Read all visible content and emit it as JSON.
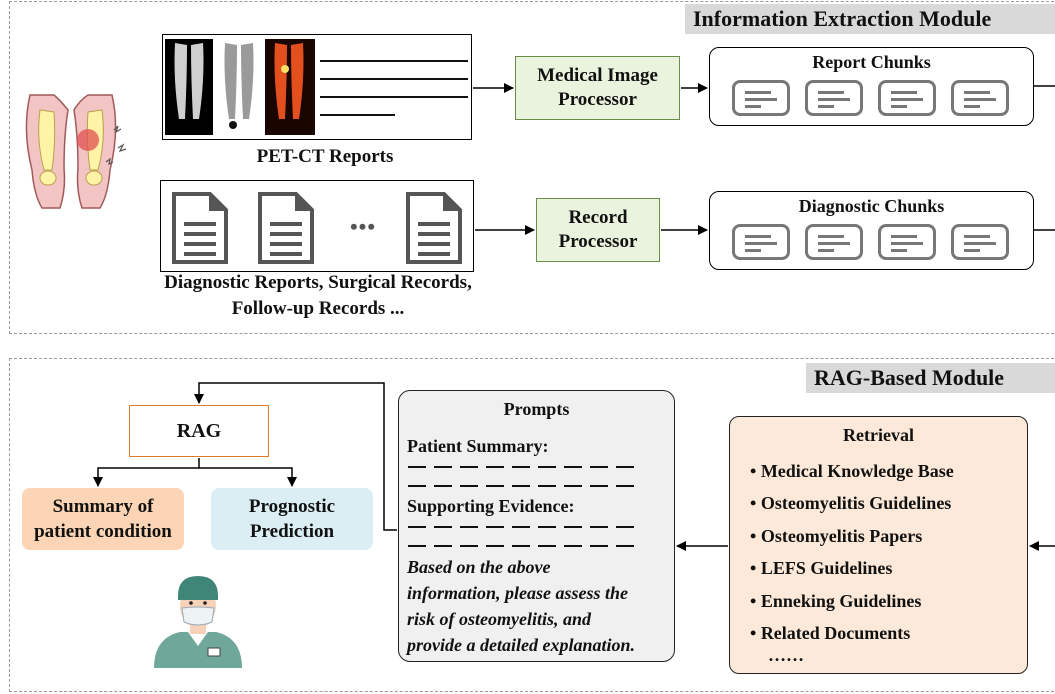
{
  "modules": {
    "extraction_title": "Information Extraction Module",
    "rag_title": "RAG-Based Module"
  },
  "inputs": {
    "pet_ct_label": "PET-CT Reports",
    "records_label_line1": "Diagnostic Reports, Surgical Records,",
    "records_label_line2": "Follow-up Records ...",
    "ellipsis": "•••"
  },
  "processors": {
    "image_line1": "Medical Image",
    "image_line2": "Processor",
    "record_line1": "Record",
    "record_line2": "Processor"
  },
  "chunks": {
    "report_title": "Report Chunks",
    "diagnostic_title": "Diagnostic Chunks"
  },
  "rag": {
    "label": "RAG",
    "summary_line1": "Summary of",
    "summary_line2": "patient condition",
    "prognostic_line1": "Prognostic",
    "prognostic_line2": "Prediction"
  },
  "prompts": {
    "title": "Prompts",
    "patient_summary": "Patient Summary:",
    "supporting_evidence": "Supporting Evidence:",
    "instruction_lines": [
      "Based on the above",
      "information, please assess the",
      "risk of osteomyelitis, and",
      "provide a detailed explanation."
    ]
  },
  "retrieval": {
    "title": "Retrieval",
    "items": [
      "Medical Knowledge Base",
      "Osteomyelitis Guidelines",
      "Osteomyelitis Papers",
      "LEFS Guidelines",
      "Enneking Guidelines",
      "Related Documents"
    ],
    "more": "……"
  },
  "colors": {
    "processor_fill": "#eaf3de",
    "processor_border": "#6b8e46",
    "rag_border": "#e07b2c",
    "summary_fill": "#fbd5b5",
    "prognostic_fill": "#dbeef4",
    "retrieval_fill": "#fde9d9",
    "prompts_fill": "#f0f0f0"
  }
}
